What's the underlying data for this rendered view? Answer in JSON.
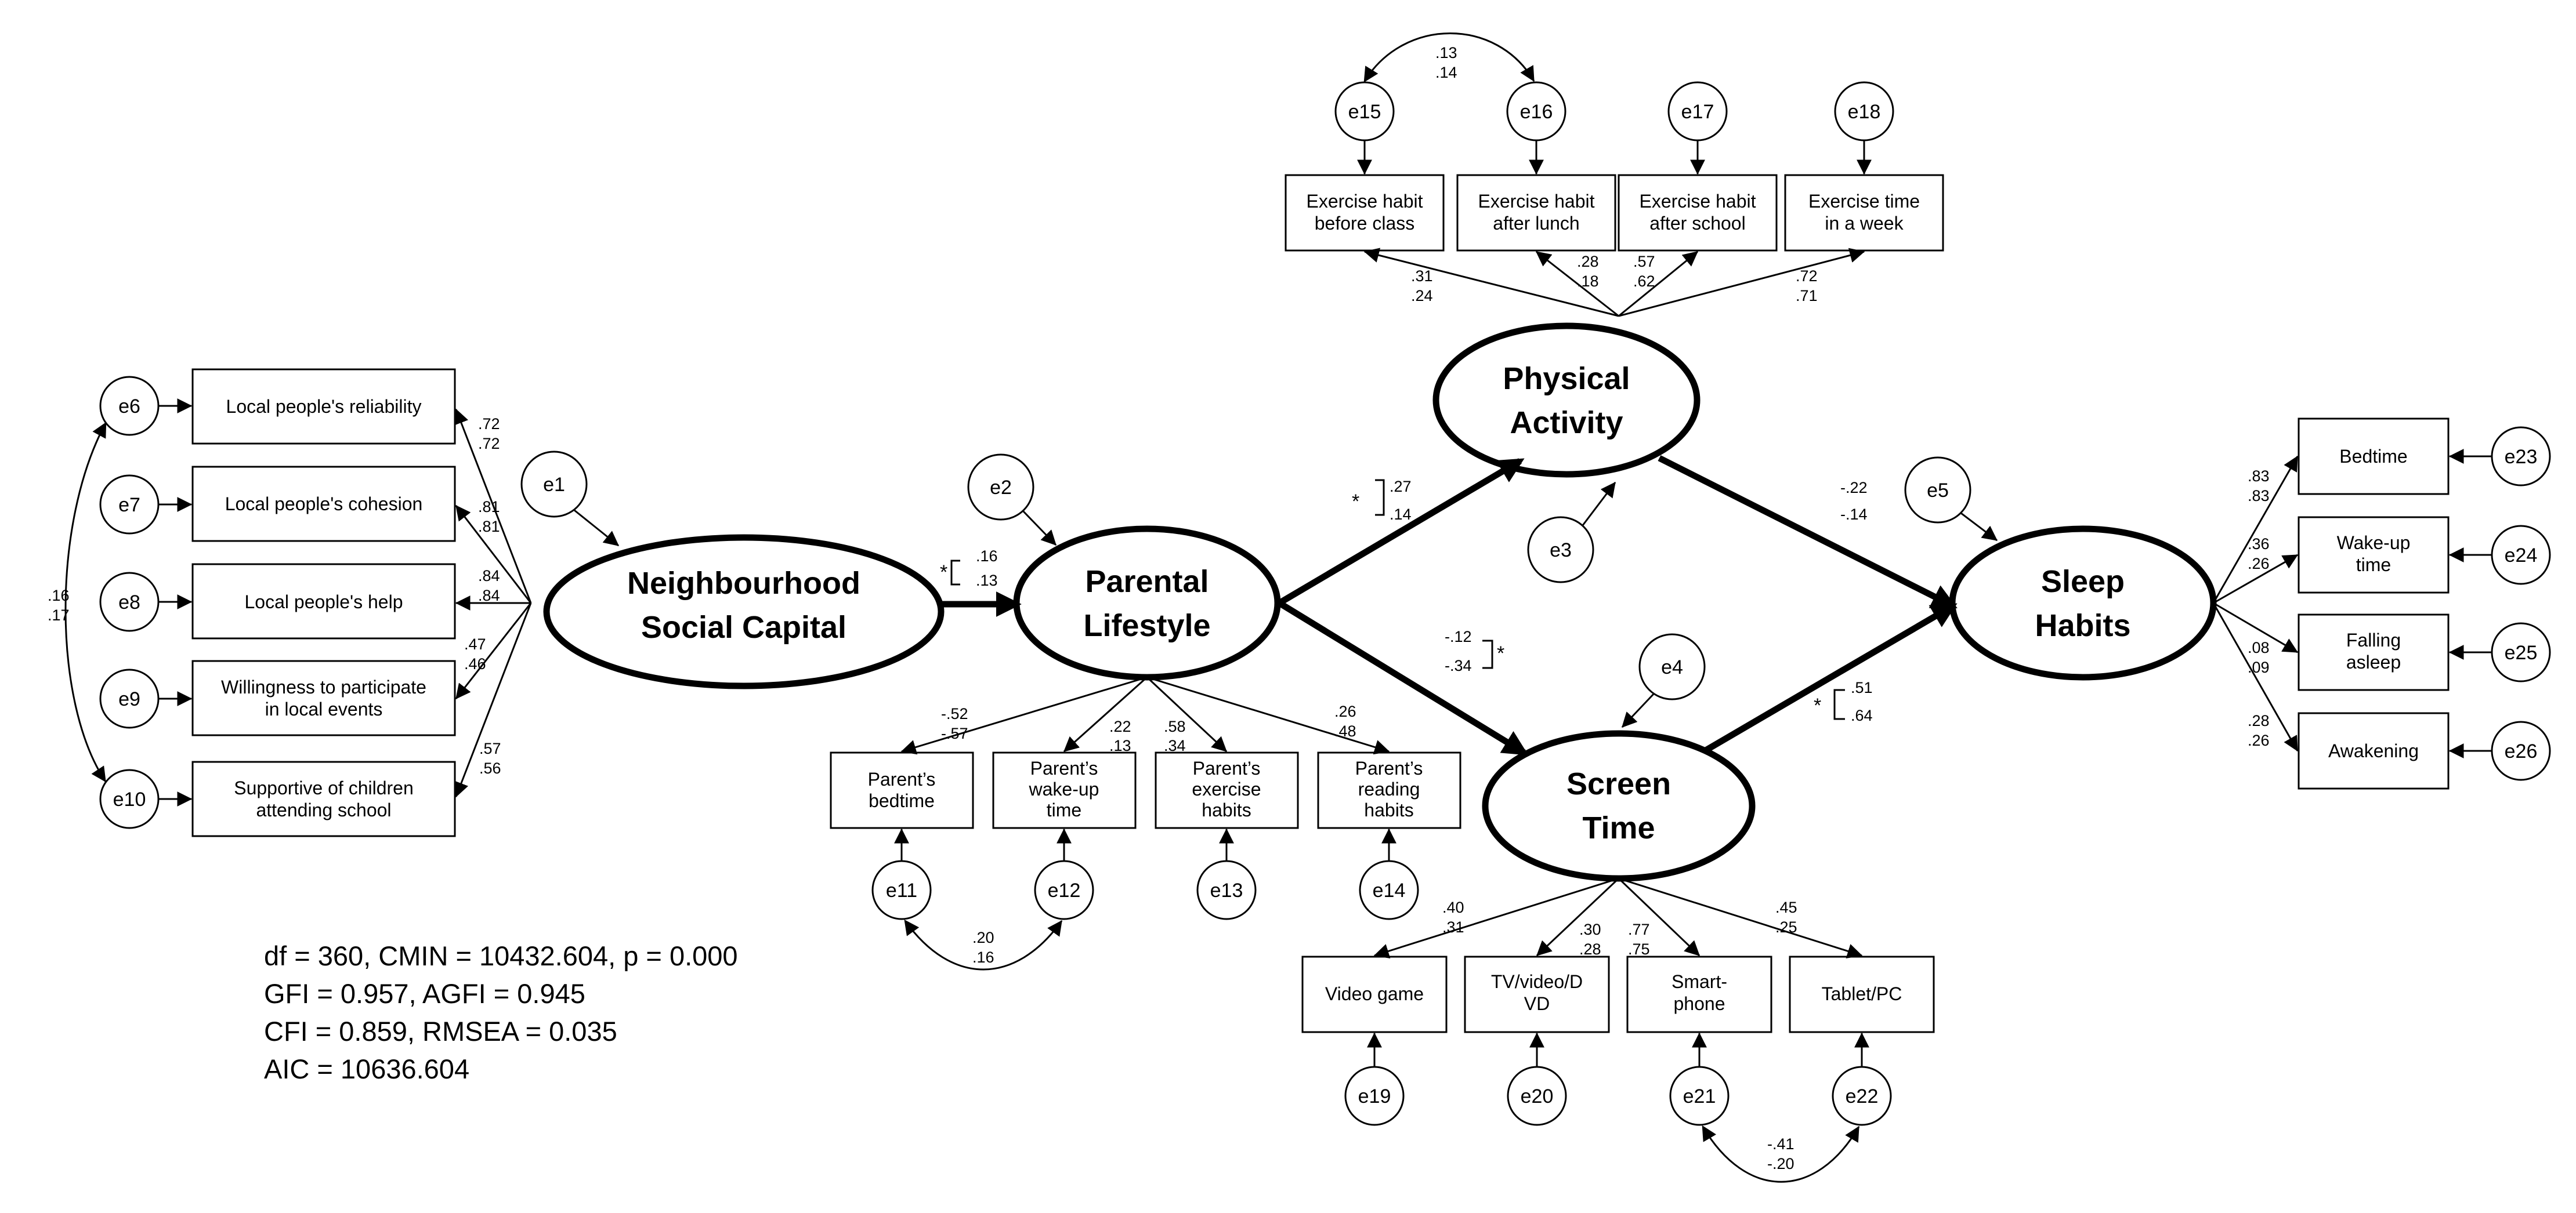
{
  "latents": [
    {
      "id": "nsc",
      "lines": [
        "Neighbourhood",
        "Social Capital"
      ]
    },
    {
      "id": "pl",
      "lines": [
        "Parental",
        "Lifestyle"
      ]
    },
    {
      "id": "pa",
      "lines": [
        "Physical",
        "Activity"
      ]
    },
    {
      "id": "st",
      "lines": [
        "Screen",
        "Time"
      ]
    },
    {
      "id": "sh",
      "lines": [
        "Sleep",
        "Habits"
      ]
    }
  ],
  "indicators": [
    {
      "id": "nsc1",
      "lines": [
        "Local people's reliability"
      ]
    },
    {
      "id": "nsc2",
      "lines": [
        "Local people's cohesion"
      ]
    },
    {
      "id": "nsc3",
      "lines": [
        "Local people's help"
      ]
    },
    {
      "id": "nsc4",
      "lines": [
        "Willingness to participate",
        "in local events"
      ]
    },
    {
      "id": "nsc5",
      "lines": [
        "Supportive of children",
        "attending school"
      ]
    },
    {
      "id": "pl1",
      "lines": [
        "Parent’s",
        "bedtime"
      ]
    },
    {
      "id": "pl2",
      "lines": [
        "Parent’s",
        "wake-up",
        "time"
      ]
    },
    {
      "id": "pl3",
      "lines": [
        "Parent’s",
        "exercise",
        "habits"
      ]
    },
    {
      "id": "pl4",
      "lines": [
        "Parent’s",
        "reading",
        "habits"
      ]
    },
    {
      "id": "pa1",
      "lines": [
        "Exercise habit",
        "before class"
      ]
    },
    {
      "id": "pa2",
      "lines": [
        "Exercise habit",
        "after lunch"
      ]
    },
    {
      "id": "pa3",
      "lines": [
        "Exercise habit",
        "after school"
      ]
    },
    {
      "id": "pa4",
      "lines": [
        "Exercise time",
        "in a week"
      ]
    },
    {
      "id": "st1",
      "lines": [
        "Video game"
      ]
    },
    {
      "id": "st2",
      "lines": [
        "TV/video/D",
        "VD"
      ]
    },
    {
      "id": "st3",
      "lines": [
        "Smart-",
        "phone"
      ]
    },
    {
      "id": "st4",
      "lines": [
        "Tablet/PC"
      ]
    },
    {
      "id": "sh1",
      "lines": [
        "Bedtime"
      ]
    },
    {
      "id": "sh2",
      "lines": [
        "Wake-up",
        "time"
      ]
    },
    {
      "id": "sh3",
      "lines": [
        "Falling",
        "asleep"
      ]
    },
    {
      "id": "sh4",
      "lines": [
        "Awakening"
      ]
    }
  ],
  "errors": [
    "e1",
    "e2",
    "e3",
    "e4",
    "e5",
    "e6",
    "e7",
    "e8",
    "e9",
    "e10",
    "e11",
    "e12",
    "e13",
    "e14",
    "e15",
    "e16",
    "e17",
    "e18",
    "e19",
    "e20",
    "e21",
    "e22",
    "e23",
    "e24",
    "e25",
    "e26"
  ],
  "structural_paths": [
    {
      "from": "Neighbourhood Social Capital",
      "to": "Parental Lifestyle",
      "values": [
        ".16",
        ".13"
      ],
      "significant": "*"
    },
    {
      "from": "Parental Lifestyle",
      "to": "Physical Activity",
      "values": [
        ".27",
        ".14"
      ],
      "significant": "*"
    },
    {
      "from": "Parental Lifestyle",
      "to": "Screen Time",
      "values": [
        "-.12",
        "-.34"
      ],
      "significant": "*"
    },
    {
      "from": "Physical Activity",
      "to": "Sleep Habits",
      "values": [
        "-.22",
        "-.14"
      ],
      "significant": ""
    },
    {
      "from": "Screen Time",
      "to": "Sleep Habits",
      "values": [
        ".51",
        ".64"
      ],
      "significant": "*"
    }
  ],
  "loadings": {
    "nsc1": [
      ".72",
      ".72"
    ],
    "nsc2": [
      ".81",
      ".81"
    ],
    "nsc3": [
      ".84",
      ".84"
    ],
    "nsc4": [
      ".47",
      ".46"
    ],
    "nsc5": [
      ".57",
      ".56"
    ],
    "pl1": [
      "-.52",
      "-.57"
    ],
    "pl2": [
      ".22",
      ".13"
    ],
    "pl3": [
      ".58",
      ".34"
    ],
    "pl4": [
      ".26",
      ".48"
    ],
    "pa1": [
      ".31",
      ".24"
    ],
    "pa2": [
      ".28",
      ".18"
    ],
    "pa3": [
      ".57",
      ".62"
    ],
    "pa4": [
      ".72",
      ".71"
    ],
    "st1": [
      ".40",
      ".31"
    ],
    "st2": [
      ".30",
      ".28"
    ],
    "st3": [
      ".77",
      ".75"
    ],
    "st4": [
      ".45",
      ".25"
    ],
    "sh1": [
      ".83",
      ".83"
    ],
    "sh2": [
      ".36",
      ".26"
    ],
    "sh3": [
      ".08",
      ".09"
    ],
    "sh4": [
      ".28",
      ".26"
    ]
  },
  "covariances": [
    {
      "between": [
        "e6",
        "e10"
      ],
      "values": [
        ".16",
        ".17"
      ]
    },
    {
      "between": [
        "e11",
        "e12"
      ],
      "values": [
        ".20",
        ".16"
      ]
    },
    {
      "between": [
        "e15",
        "e16"
      ],
      "values": [
        ".13",
        ".14"
      ]
    },
    {
      "between": [
        "e21",
        "e22"
      ],
      "values": [
        "-.41",
        "-.20"
      ]
    }
  ],
  "fit_indices": [
    "df = 360, CMIN = 10432.604, p = 0.000",
    "GFI = 0.957, AGFI = 0.945",
    "CFI = 0.859, RMSEA = 0.035",
    "AIC = 10636.604"
  ]
}
